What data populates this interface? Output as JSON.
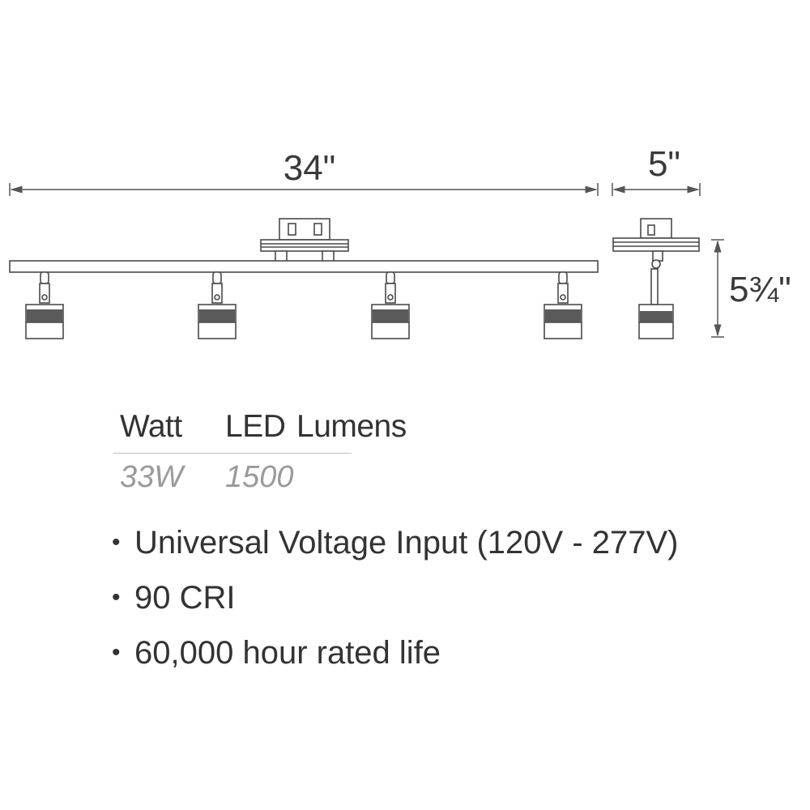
{
  "dimensions": {
    "width_label": "34\"",
    "depth_label": "5\"",
    "height_label": "5¾\""
  },
  "specs": {
    "headers": [
      "Watt",
      "LED",
      "Lumens"
    ],
    "values": [
      "33W",
      "1500"
    ]
  },
  "features": [
    "Universal Voltage Input (120V - 277V)",
    "90 CRI",
    "60,000 hour rated life"
  ],
  "colors": {
    "line": "#4a4a4a",
    "value_text": "#9a9a9a",
    "rule": "#bdbdbd"
  }
}
